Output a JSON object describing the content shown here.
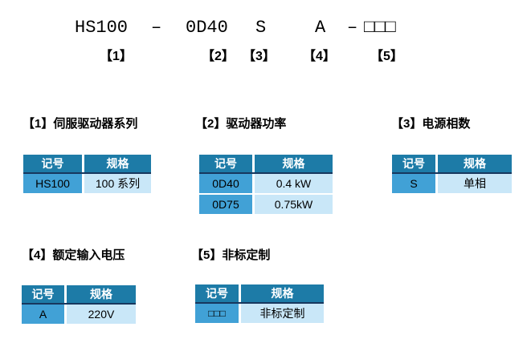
{
  "model_code": {
    "segments": [
      "HS100",
      "–",
      "0D40",
      "S",
      "A",
      "–",
      "□□□"
    ],
    "position_labels": [
      "【1】",
      "【2】",
      "【3】",
      "【4】",
      "【5】"
    ]
  },
  "table_headers": {
    "code": "记号",
    "spec": "规格"
  },
  "sections": [
    {
      "title": "【1】伺服驱动器系列",
      "rows": [
        {
          "code": "HS100",
          "spec": "100 系列"
        }
      ]
    },
    {
      "title": "【2】驱动器功率",
      "rows": [
        {
          "code": "0D40",
          "spec": "0.4 kW"
        },
        {
          "code": "0D75",
          "spec": "0.75kW"
        }
      ]
    },
    {
      "title": "【3】电源相数",
      "rows": [
        {
          "code": "S",
          "spec": "单相"
        }
      ]
    },
    {
      "title": "【4】额定输入电压",
      "rows": [
        {
          "code": "A",
          "spec": "220V"
        }
      ]
    },
    {
      "title": "【5】非标定制",
      "rows": [
        {
          "code": "□□□",
          "spec": "非标定制"
        }
      ]
    }
  ],
  "colors": {
    "header_bg": "#1d7ba7",
    "header_text": "#ffffff",
    "code_col_bg": "#41a1d6",
    "spec_col_bg": "#c9e7f8",
    "divider_navy": "#17375e",
    "body_text": "#000000"
  }
}
